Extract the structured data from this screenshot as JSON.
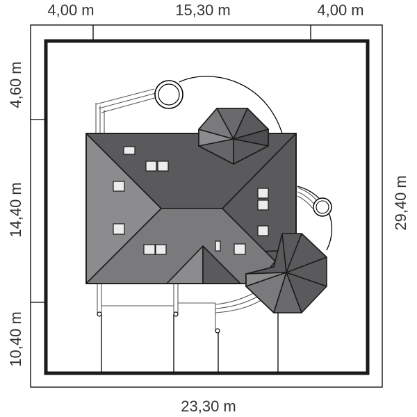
{
  "dimensions": {
    "top": [
      "4,00 m",
      "15,30 m",
      "4,00 m"
    ],
    "bottom": "23,30 m",
    "left": [
      "4,60 m",
      "14,40 m",
      "10,40 m"
    ],
    "right": "29,40 m"
  },
  "colors": {
    "roof_dark": "#5a5a5c",
    "roof_mid": "#747476",
    "roof_light": "#8c8c8e",
    "lot_border": "#1a1a1a",
    "window_fill": "#ececec",
    "background": "#ffffff"
  }
}
